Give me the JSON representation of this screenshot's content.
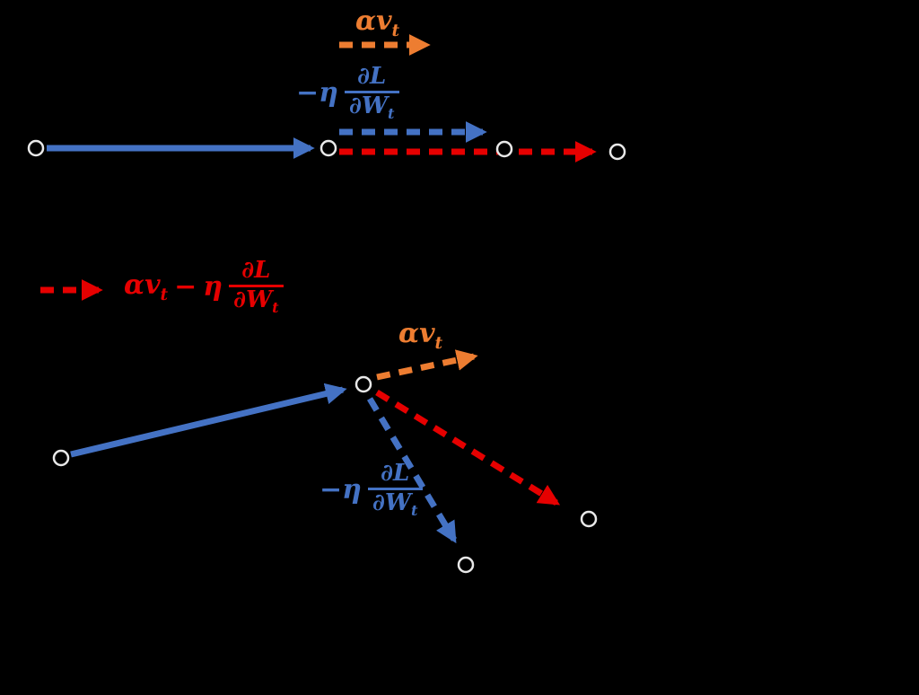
{
  "colors": {
    "background": "#000000",
    "blue": "#4472C4",
    "orange": "#ED7D31",
    "red": "#E60000",
    "node-stroke": "#E8E8E8"
  },
  "math": {
    "alpha_v": "αv",
    "sub_t": "t",
    "neg_eta": "−η",
    "minus": "−",
    "eta": "η",
    "partial_L": "∂L",
    "partial_W": "∂W"
  }
}
